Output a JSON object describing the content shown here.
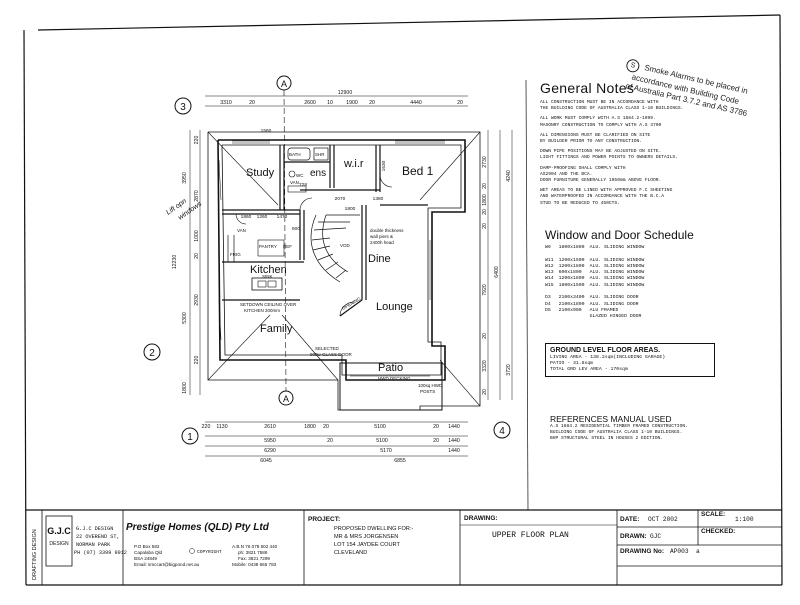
{
  "plan": {
    "rooms": {
      "study": "Study",
      "ens": "ens",
      "wir": "w.i.r",
      "bed1": "Bed 1",
      "kitchen": "Kitchen",
      "dine": "Dine",
      "family": "Family",
      "lounge": "Lounge",
      "patio": "Patio"
    },
    "labels": {
      "bath": "BATH",
      "shr": "SHR",
      "van": "VAN",
      "wc": "WC",
      "van2": "VAN",
      "pantry": "PANTRY",
      "ref": "REF",
      "sink": "SINK",
      "frig": "FRIG",
      "vod": "VOD",
      "wall_note_1": "double thickness",
      "wall_note_2": "wall piers &",
      "wall_note_3": "2400h head",
      "setdown_1": "SETDOWN CEILING OVER",
      "setdown_2": "KITCHEN 200mm",
      "selected_1": "SELECTED",
      "selected_2": "900w GLASS DOOR",
      "hwd_decking": "HWD DECKING",
      "posts_1": "100sq HWD",
      "posts_2": "POSTS",
      "hand_note_1": "Lift opn",
      "hand_note_2": "windows",
      "opening": "OPENING"
    },
    "grid_markers": {
      "g3": "3",
      "g2": "2",
      "g1": "1",
      "g4": "4",
      "a_top": "A",
      "a_bottom": "A"
    },
    "dims_top": {
      "overall": "12900",
      "d1": "3310",
      "d2": "20",
      "d3": "2600",
      "d4": "10",
      "d5": "1900",
      "d6": "20",
      "d7": "4440",
      "d8": "20"
    },
    "dims_bottom": {
      "r1": [
        "220",
        "1130",
        "2610",
        "1800",
        "20",
        "5100",
        "20",
        "1440"
      ],
      "r2": [
        "5950",
        "20",
        "5100",
        "20",
        "1440"
      ],
      "r3": [
        "6290",
        "5170",
        "1440"
      ],
      "r4": [
        "6045",
        "6855"
      ]
    },
    "dims_left": [
      "3950",
      "12230",
      "5300",
      "1800"
    ],
    "dims_left2": [
      "220",
      "2870",
      "1000",
      "20",
      "2930",
      "220"
    ],
    "dims_right": [
      "2730",
      "20",
      "1800",
      "20",
      "4240",
      "20",
      "6400",
      "7920",
      "20",
      "3320",
      "3720",
      "20"
    ],
    "dims_inner": [
      "2070",
      "1380",
      "1860",
      "1260",
      "1470",
      "1800",
      "1560",
      "1630",
      "728",
      "600"
    ]
  },
  "general_notes": {
    "title": "General Notes",
    "lines": [
      "ALL CONSTRUCTION MUST BE IN ACCORDANCE WITH",
      "THE BUILDING CODE OF AUSTRALIA CLASS 1-10 BUILDINGS.",
      "",
      "ALL WORK MUST COMPLY WITH A.S 1684.2-1999.",
      "MASONRY CONSTRUCTION TO COMPLY WITH A.S 3700",
      "",
      "ALL DIMENSIONS MUST BE CLARIFIED ON SITE",
      "BY BUILDER PRIOR TO ANY CONSTRUCTION.",
      "",
      "DOWN PIPE POSITIONS MAY BE ADJUSTED ON SITE.",
      "LIGHT FITTINGS AND POWER POINTS TO OWNERS DETAILS.",
      "",
      "DAMP-PROOFING SHALL COMPLY WITH",
      "AS2904 AND THE BCA.",
      "DOOR FURNITURE GENERALLY 1050mm ABOVE FLOOR.",
      "",
      "WET AREAS TO BE LINED WITH APPROVED F.C SHEETING",
      "AND WATERPROOFED IN ACCORDANCE WITH THE B.C.A",
      "STUD TO BE REDUCED TO 450CTS."
    ]
  },
  "stamp": {
    "circle": "S",
    "lines": [
      "Smoke Alarms to be placed in",
      "accordance with Building Code",
      "of Australia Part 3.7.2 and AS 3786"
    ]
  },
  "schedule": {
    "title": "Window and Door Schedule",
    "rows": [
      [
        "W9",
        "1800x1800",
        "ALU. SLIDING WINDOW"
      ],
      [
        "",
        "",
        ""
      ],
      [
        "W11",
        "1200x1500",
        "ALU. SLIDING WINDOW"
      ],
      [
        "W12",
        "1200x1800",
        "ALU. SLIDING WINDOW"
      ],
      [
        "W13",
        "600x1800",
        "ALU. SLIDING WINDOW"
      ],
      [
        "W14",
        "1200x1800",
        "ALU. SLIDING WINDOW"
      ],
      [
        "W15",
        "1800x1500",
        "ALU. SLIDING WINDOW"
      ],
      [
        "",
        "",
        ""
      ],
      [
        "D3",
        "2100x3400",
        "ALU. SLIDING DOOR"
      ],
      [
        "D4",
        "2100x1800",
        "ALU. SLIDING DOOR"
      ],
      [
        "D5",
        "2100x900",
        "ALU FRAMED"
      ],
      [
        "",
        "",
        "GLAZED HINGED DOOR"
      ]
    ]
  },
  "ground_floor": {
    "title": "GROUND LEVEL FLOOR AREAS.",
    "lines": [
      "LIVING AREA - 138.2sqm(INCLUDING GARAGE)",
      "PATIO - 31.8sqm",
      "TOTAL GRD LEV AREA - 170sqm"
    ]
  },
  "references": {
    "title": "REFERENCES MANUAL USED",
    "lines": [
      "A.S 1684.2 RESIDENTIAL TIMBER FRAMED CONSTRUCTION.",
      "BUILDING CODE OF AUSTRALIA CLASS 1-10 BUILDINGS.",
      "BHP STRUCTURAL STEEL IN HOUSES 2 EDITION."
    ]
  },
  "title_block": {
    "gjc_logo": "G.J.C",
    "gjc_vertical": "DRAFTING DESIGN",
    "gjc_side": "DESIGN",
    "gjc_name": "G.J.C DESIGN",
    "gjc_address_1": "22 OVEREND ST,",
    "gjc_address_2": "NORMAN PARK",
    "gjc_phone": "PH (07) 3399 9912",
    "company": "Prestige Homes (QLD) Pty Ltd",
    "po_box": "P.O Box 582",
    "suburb": "Capalaba Qld",
    "postcode": "BSA 24849",
    "abn": "A.B.N 76 078 502 440",
    "ph": "ph: 3821 7586",
    "fax": "Fax: 3821 7299",
    "mobile": "Mobile: 0438 665 783",
    "email": "Email: smccart@bigpond.net.au",
    "copyright": "COPYRIGHT",
    "project_label": "PROJECT:",
    "project_lines": [
      "PROPOSED DWELLING FOR:-",
      "MR & MRS JORGENSEN",
      "LOT 154 JAYDEE COURT",
      "CLEVELAND"
    ],
    "drawing_label": "DRAWING:",
    "drawing_title": "UPPER FLOOR PLAN",
    "date_label": "DATE:",
    "date_value": "OCT 2002",
    "scale_label": "SCALE:",
    "scale_value": "1:100",
    "drawn_label": "DRAWN:",
    "drawn_value": "GJC",
    "checked_label": "CHECKED:",
    "checked_value": "",
    "drawing_no_label": "DRAWING No:",
    "drawing_no_value": "AP003",
    "rev": "a"
  },
  "colors": {
    "ink": "#111111",
    "paper": "#ffffff",
    "pencil": "#444444"
  }
}
